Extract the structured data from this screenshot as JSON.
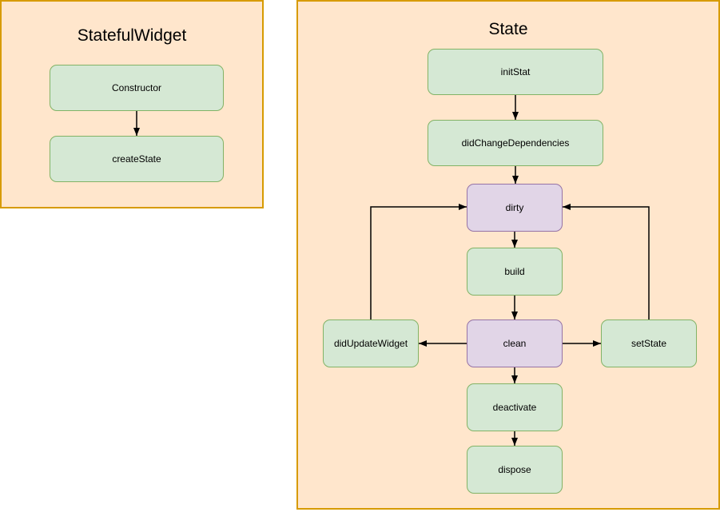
{
  "diagram": {
    "panels": {
      "statefulwidget": {
        "title": "StatefulWidget"
      },
      "state": {
        "title": "State"
      }
    },
    "nodes": {
      "constructor": {
        "label": "Constructor",
        "panel": "StatefulWidget",
        "variant": "green"
      },
      "createState": {
        "label": "createState",
        "panel": "StatefulWidget",
        "variant": "green"
      },
      "initStat": {
        "label": "initStat",
        "panel": "State",
        "variant": "green"
      },
      "didChangeDependencies": {
        "label": "didChangeDependencies",
        "panel": "State",
        "variant": "green"
      },
      "dirty": {
        "label": "dirty",
        "panel": "State",
        "variant": "purple"
      },
      "build": {
        "label": "build",
        "panel": "State",
        "variant": "green"
      },
      "didUpdateWidget": {
        "label": "didUpdateWidget",
        "panel": "State",
        "variant": "green"
      },
      "clean": {
        "label": "clean",
        "panel": "State",
        "variant": "purple"
      },
      "setState": {
        "label": "setState",
        "panel": "State",
        "variant": "green"
      },
      "deactivate": {
        "label": "deactivate",
        "panel": "State",
        "variant": "green"
      },
      "dispose": {
        "label": "dispose",
        "panel": "State",
        "variant": "green"
      }
    },
    "edges": [
      {
        "from": "Constructor",
        "to": "createState"
      },
      {
        "from": "initStat",
        "to": "didChangeDependencies"
      },
      {
        "from": "didChangeDependencies",
        "to": "dirty"
      },
      {
        "from": "dirty",
        "to": "build"
      },
      {
        "from": "build",
        "to": "clean"
      },
      {
        "from": "clean",
        "to": "didUpdateWidget"
      },
      {
        "from": "clean",
        "to": "setState"
      },
      {
        "from": "didUpdateWidget",
        "to": "dirty"
      },
      {
        "from": "setState",
        "to": "dirty"
      },
      {
        "from": "clean",
        "to": "deactivate"
      },
      {
        "from": "deactivate",
        "to": "dispose"
      }
    ],
    "colors": {
      "panel_fill": "#FFE6CC",
      "panel_border": "#D79B00",
      "green_fill": "#D5E8D4",
      "green_border": "#82B366",
      "purple_fill": "#E1D5E7",
      "purple_border": "#9673A6",
      "arrow": "#000000",
      "text": "#000000",
      "page_background": "#FFFFFF"
    }
  }
}
